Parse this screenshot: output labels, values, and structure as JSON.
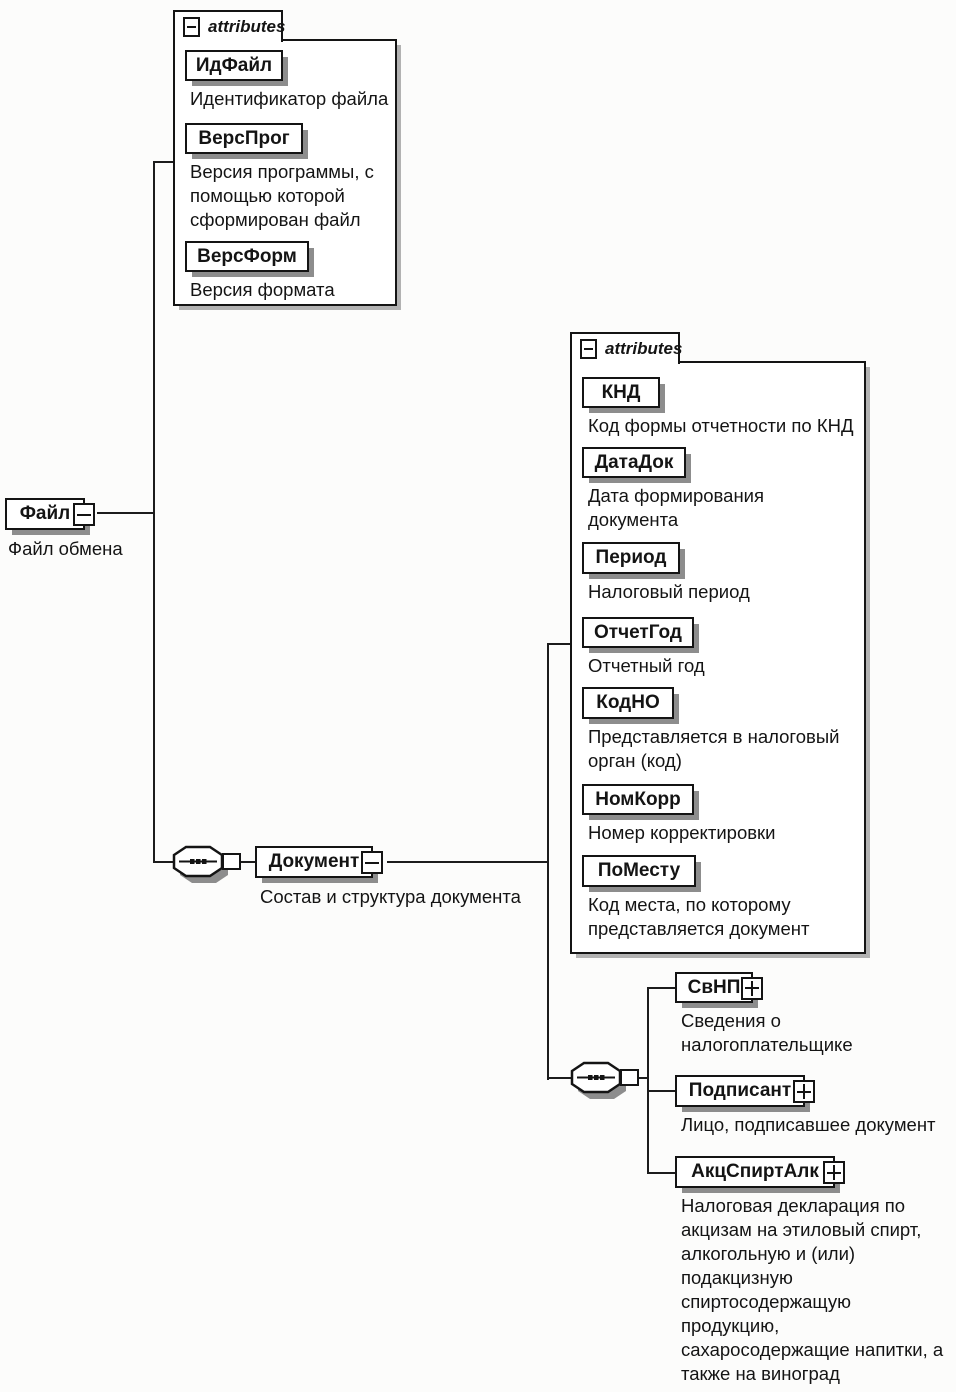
{
  "diagram": {
    "icons": {
      "collapse": "minus-box",
      "expand": "plus-box",
      "sequence": "octagon-with-three-dots"
    },
    "root": {
      "name": "Файл",
      "description": "Файл обмена"
    },
    "root_attributes": {
      "header": "attributes",
      "items": [
        {
          "name": "ИдФайл",
          "description": "Идентификатор файла"
        },
        {
          "name": "ВерсПрог",
          "description": "Версия программы, с\nпомощью которой\nсформирован файл"
        },
        {
          "name": "ВерсФорм",
          "description": "Версия формата"
        }
      ]
    },
    "document": {
      "name": "Документ",
      "description": "Состав и структура документа"
    },
    "document_attributes": {
      "header": "attributes",
      "items": [
        {
          "name": "КНД",
          "description": "Код формы отчетности по КНД"
        },
        {
          "name": "ДатаДок",
          "description": "Дата формирования\nдокумента"
        },
        {
          "name": "Период",
          "description": "Налоговый период"
        },
        {
          "name": "ОтчетГод",
          "description": "Отчетный год"
        },
        {
          "name": "КодНО",
          "description": "Представляется в налоговый\nорган (код)"
        },
        {
          "name": "НомКорр",
          "description": "Номер корректировки"
        },
        {
          "name": "ПоМесту",
          "description": "Код места, по которому\nпредставляется документ"
        }
      ]
    },
    "document_children": [
      {
        "name": "СвНП",
        "description": "Сведения о\nналогоплательщике"
      },
      {
        "name": "Подписант",
        "description": "Лицо, подписавшее документ"
      },
      {
        "name": "АкцСпиртАлк",
        "description": "Налоговая декларация по\nакцизам на этиловый спирт,\nалкогольную и (или)\nподакцизную\nспиртосодержащую\nпродукцию,\nсахаросодержащие напитки, а\nтакже на виноград"
      }
    ]
  }
}
